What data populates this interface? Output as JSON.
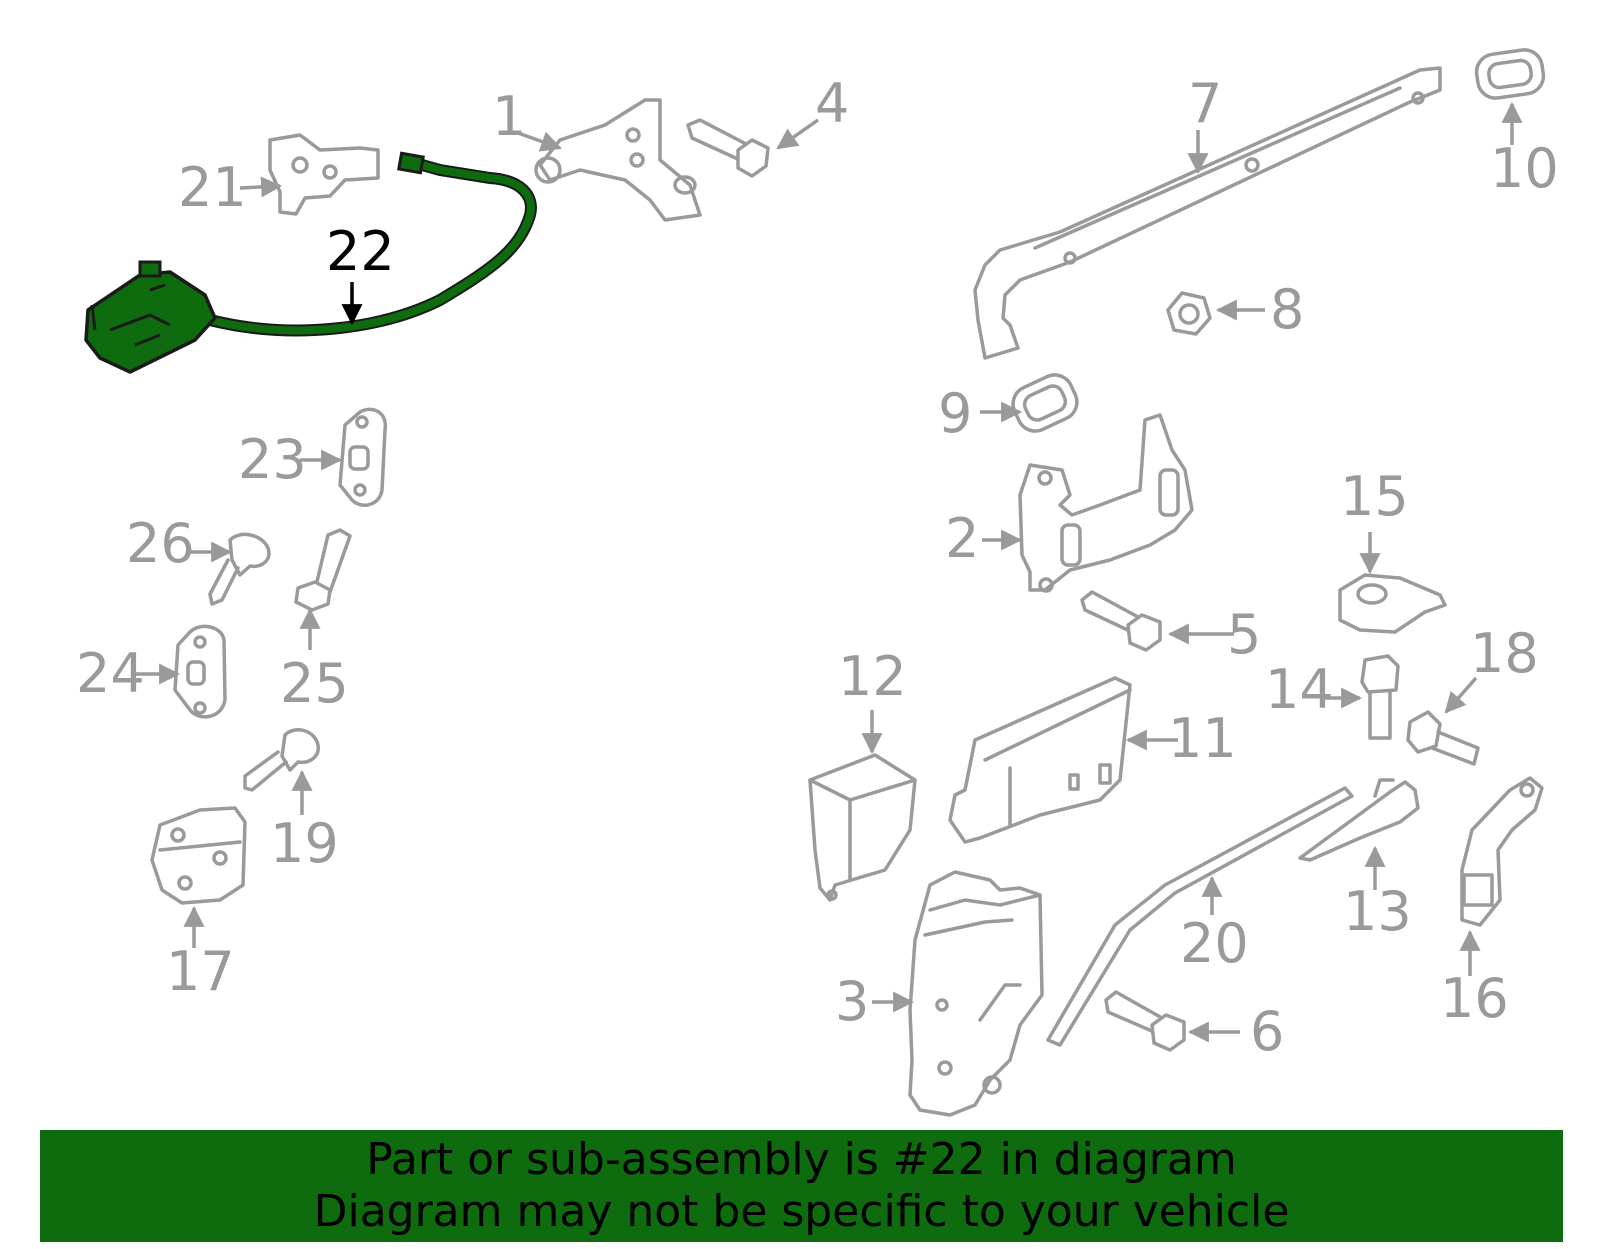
{
  "diagram": {
    "highlight_color": "#0e6b0e",
    "callouts": {
      "c1": "1",
      "c2": "2",
      "c3": "3",
      "c4": "4",
      "c5": "5",
      "c6": "6",
      "c7": "7",
      "c8": "8",
      "c9": "9",
      "c10": "10",
      "c11": "11",
      "c12": "12",
      "c13": "13",
      "c14": "14",
      "c15": "15",
      "c16": "16",
      "c17": "17",
      "c18": "18",
      "c19": "19",
      "c20": "20",
      "c21": "21",
      "c22": "22",
      "c23": "23",
      "c24": "24",
      "c25": "25",
      "c26": "26"
    }
  },
  "banner": {
    "line1": "Part or sub-assembly is #22 in diagram",
    "line2": "Diagram may not be specific to your vehicle"
  }
}
